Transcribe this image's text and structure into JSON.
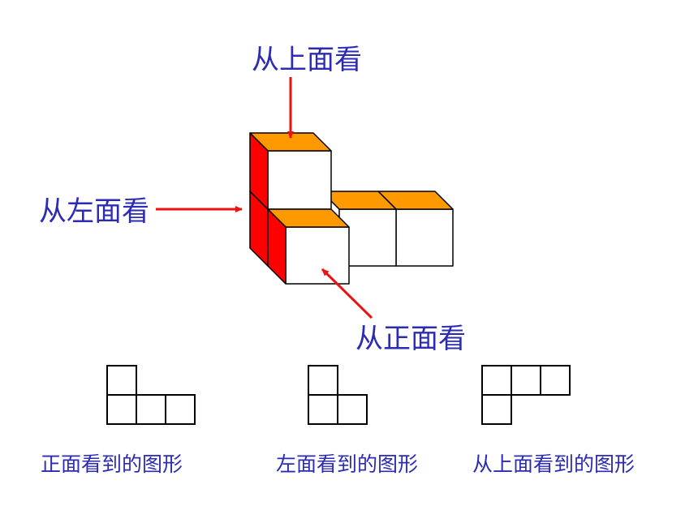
{
  "labels": {
    "top_view_arrow": "从上面看",
    "left_view_arrow": "从左面看",
    "front_view_arrow": "从正面看"
  },
  "captions": {
    "front_view": "正面看到的图形",
    "left_view": "左面看到的图形",
    "top_view": "从上面看到的图形"
  },
  "colors": {
    "label_text": "#2b2bb5",
    "arrow": "#ee1111",
    "cube_top": "#ff9900",
    "cube_side": "#ff0000",
    "cube_front": "#ffffff",
    "outline": "#000000"
  }
}
